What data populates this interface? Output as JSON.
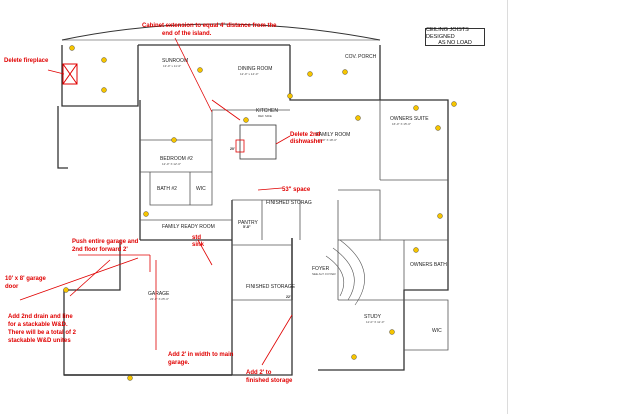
{
  "sheet_note": {
    "line1": "CEILING JOISTS DESIGNED",
    "line2": "AS NO LOAD"
  },
  "rooms": {
    "sunroom": "SUNROOM",
    "dining": "DINING ROOM",
    "cov_porch": "COV. PORCH",
    "kitchen": "KITCHEN",
    "family": "FAMILY ROOM",
    "owners_suite": "OWNERS SUITE",
    "bedroom2": "BEDROOM #2",
    "bath2": "BATH #2",
    "wic_left": "WIC",
    "family_ready": "FAMILY READY ROOM",
    "pantry": "PANTRY",
    "finished_storage_top": "FINISHED STORAG",
    "finished_storage": "FINISHED STORAGE",
    "foyer": "FOYER",
    "owners_bath": "OWNERS BATH",
    "study": "STUDY",
    "wic_right": "WIC",
    "garage": "GARAGE"
  },
  "dims": {
    "sunroom": "13'-0\" x 11'-0\"",
    "dining": "12'-0\" x 14'-0\"",
    "kitchen": "REF SIDE",
    "family": "17'-0\" X 18'-0\"",
    "owners": "16'-0\" X 15'-0\"",
    "bedroom": "12'-0\" X 12'-0\"",
    "garage": "22'-0\" X 25'-0\"",
    "foyer": "SEE ALT. FOYER",
    "study": "11'-0\" X 11'-0\""
  },
  "callouts": {
    "ew_space": "5'-8\"",
    "wall_20": "20'",
    "wall_22": "22'",
    "space_note": "53\" space"
  },
  "annotations": {
    "cabinet_line1": "Cabinet extension to equal 4' distance from the",
    "cabinet_line2": "end of the island.",
    "delete_fireplace": "Delete fireplace",
    "delete_dish_1": "Delete 2nd",
    "delete_dish_2": "dishwasher",
    "space_53": "53\" space",
    "push_garage_1": "Push entire garage and",
    "push_garage_2": "2nd floor forward 2'",
    "std_sink_1": "std",
    "std_sink_2": "sink",
    "garage_door_1": "10' x 8'  garage",
    "garage_door_2": "door",
    "drain_1": "Add 2nd drain and line",
    "drain_2": "for a stackable W&D.",
    "drain_3": "There will be a total of 2",
    "drain_4": "stackable W&D unites",
    "width_main_1": "Add 2' in width to main",
    "width_main_2": "garage.",
    "add_storage_1": "Add 2' to",
    "add_storage_2": "finished storage"
  },
  "colors": {
    "annotation_red": "#e00000",
    "wall": "#333333",
    "fixture": "#f5c400"
  }
}
